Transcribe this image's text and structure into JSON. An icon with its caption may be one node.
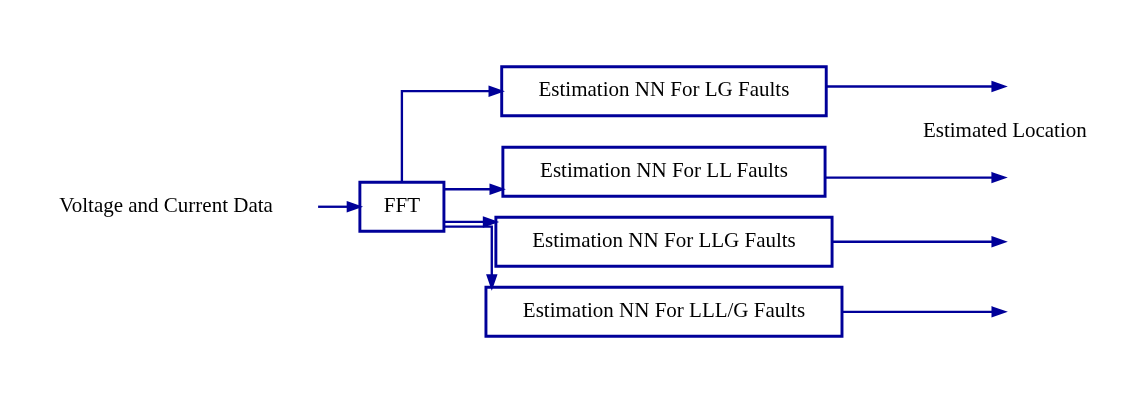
{
  "diagram": {
    "nodes": [
      {
        "text": [
          "Voltage and Current Data"
        ]
      },
      {
        "text": [
          "FFT"
        ]
      },
      {
        "text": [
          "Estimation NN For LG Faults"
        ]
      },
      {
        "text": [
          "Estimation NN For LL Faults"
        ]
      },
      {
        "text": [
          "Estimation NN For LLG Faults"
        ]
      },
      {
        "text": [
          "Estimation NN For LLL/G Faults"
        ]
      }
    ],
    "edges": [
      {
        "from": 0,
        "to": 1,
        "arrow": "to"
      },
      {
        "from": 1,
        "to": 2,
        "arrow": "to"
      },
      {
        "from": 1,
        "to": 3,
        "arrow": "to"
      },
      {
        "from": 1,
        "to": 4,
        "arrow": "to"
      },
      {
        "from": 1,
        "to": 5,
        "arrow": "to"
      },
      {
        "from": 2,
        "to": null,
        "arrow": "to"
      },
      {
        "from": 3,
        "to": null,
        "arrow": "to"
      },
      {
        "from": 4,
        "to": null,
        "arrow": "to"
      },
      {
        "from": 5,
        "to": null,
        "arrow": "to"
      }
    ],
    "labels": [
      "Estimated Location"
    ]
  }
}
